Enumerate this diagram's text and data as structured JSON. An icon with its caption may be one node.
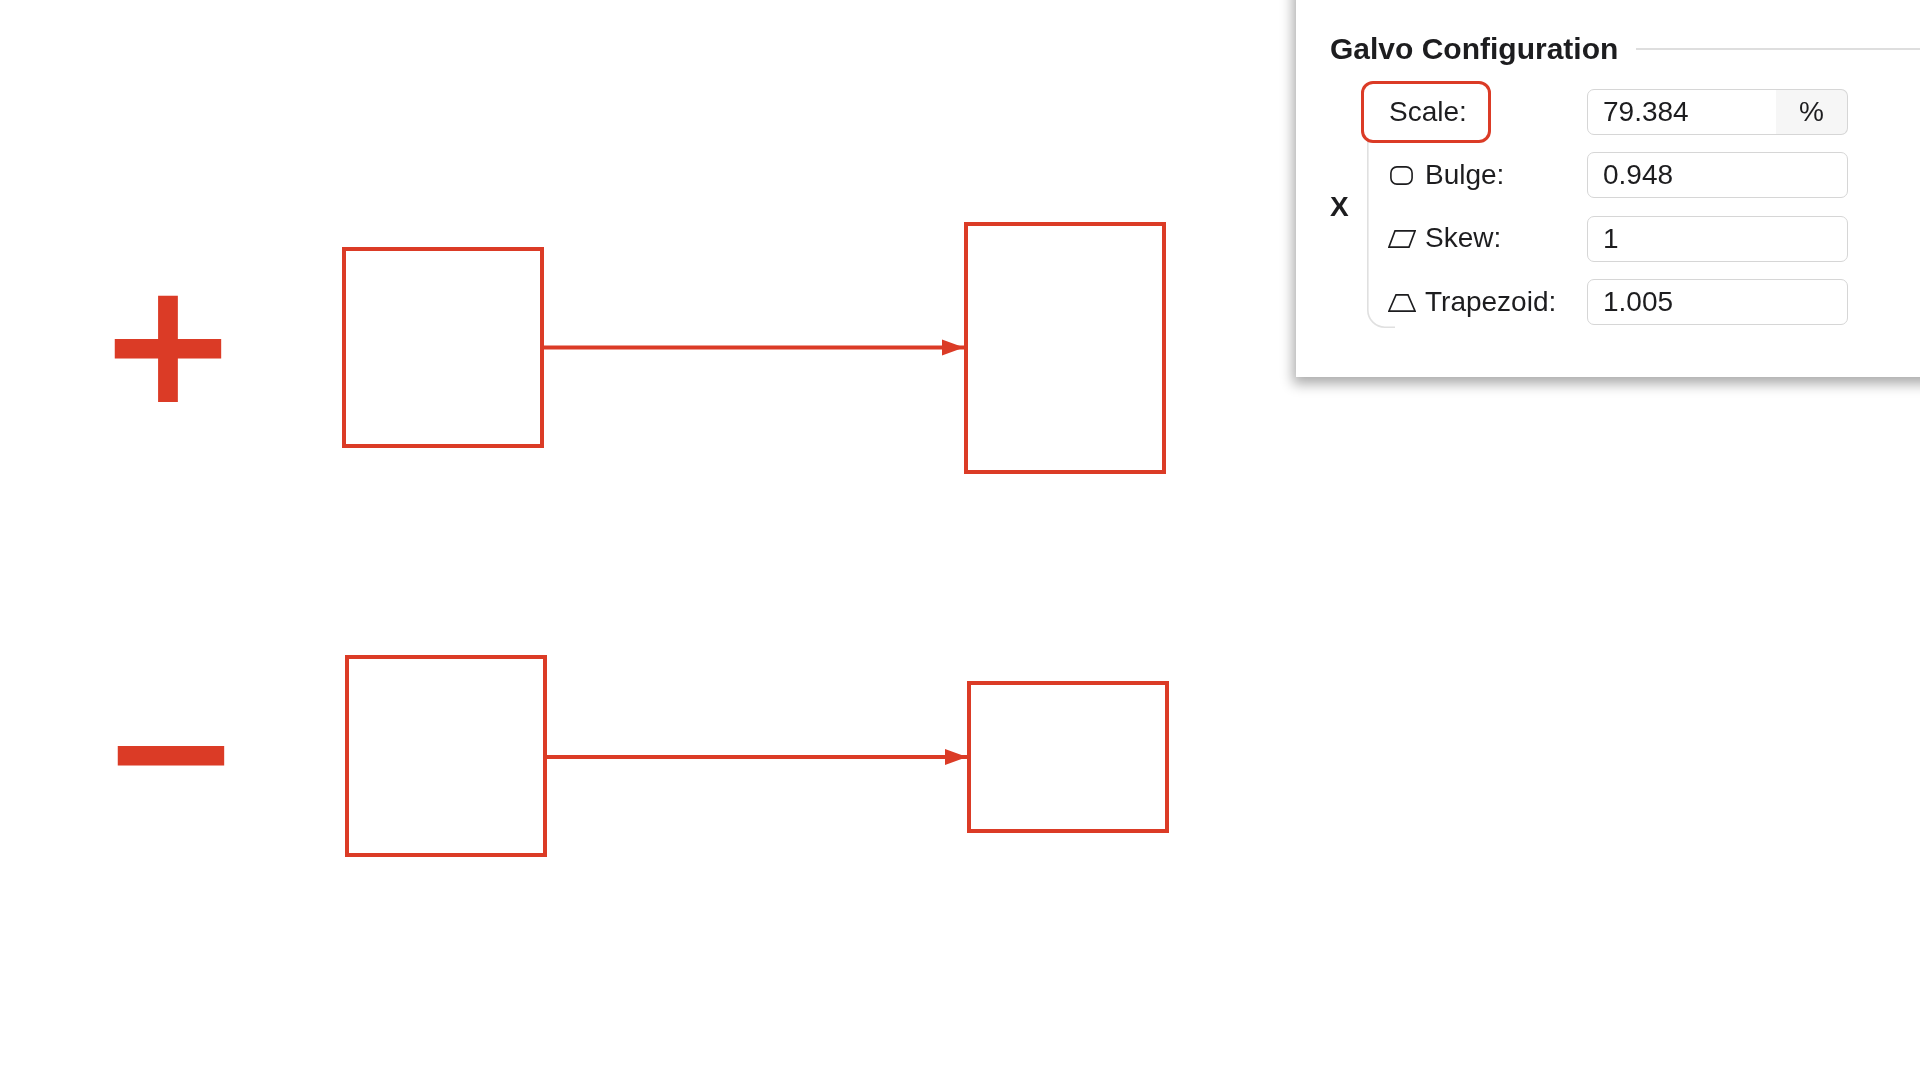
{
  "diagram": {
    "nodes": [
      {
        "text": [],
        "shape": "box"
      },
      {
        "text": [],
        "shape": "box"
      },
      {
        "text": [],
        "shape": "box"
      },
      {
        "text": [],
        "shape": "box"
      },
      {
        "text": [
          "Galvo Configuration"
        ]
      },
      {
        "text": [
          "Scale:"
        ],
        "in": 4
      }
    ],
    "edges": [
      {
        "from": 0,
        "to": 1,
        "arrow": "to"
      },
      {
        "from": 2,
        "to": 3,
        "arrow": "to"
      }
    ],
    "labels": [
      "+",
      "−",
      "X",
      "79.384",
      "%",
      "Bulge:",
      "0.948",
      "Skew:",
      "1",
      "Trapezoid:",
      "1.005"
    ]
  }
}
